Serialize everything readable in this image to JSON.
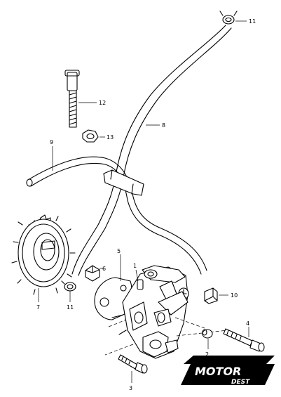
{
  "callouts": [
    {
      "id": "1",
      "label": "1"
    },
    {
      "id": "2",
      "label": "2"
    },
    {
      "id": "3",
      "label": "3"
    },
    {
      "id": "4",
      "label": "4"
    },
    {
      "id": "5",
      "label": "5"
    },
    {
      "id": "6",
      "label": "6"
    },
    {
      "id": "7",
      "label": "7"
    },
    {
      "id": "8",
      "label": "8"
    },
    {
      "id": "9",
      "label": "9"
    },
    {
      "id": "10",
      "label": "10"
    },
    {
      "id": "11a",
      "label": "11"
    },
    {
      "id": "11b",
      "label": "11"
    },
    {
      "id": "12",
      "label": "12"
    },
    {
      "id": "13",
      "label": "13"
    }
  ],
  "logo": {
    "line1": "MOTOR",
    "line2": "DEST"
  },
  "colors": {
    "line": "#000000",
    "background": "#ffffff"
  }
}
